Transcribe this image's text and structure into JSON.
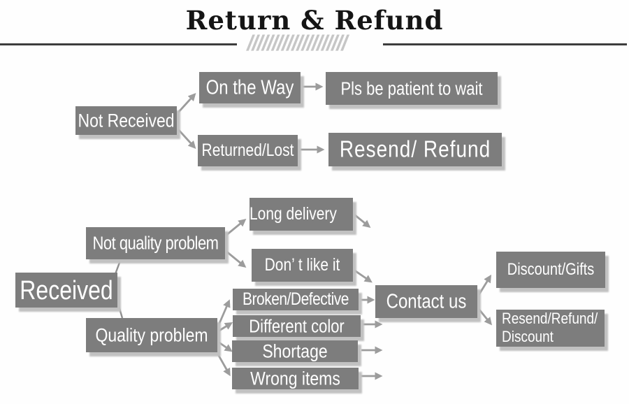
{
  "title": "Return & Refund",
  "decor": {
    "hatch": "////////////////////"
  },
  "colors": {
    "box": "#7d7d7d",
    "box_text": "#ffffff",
    "shadow": "#c1c1c1",
    "arrow": "#9c9c9c",
    "title": "#151515",
    "rule": "#3d3d3d",
    "hatch": "#c6c6c6"
  },
  "nodes": {
    "not_received": {
      "label": "Not Received"
    },
    "on_the_way": {
      "label": "On the Way"
    },
    "pls_patient": {
      "label": "Pls be patient to wait"
    },
    "returned_lost": {
      "label": "Returned/Lost"
    },
    "resend_refund": {
      "label": "Resend/ Refund"
    },
    "received": {
      "label": "Received"
    },
    "not_quality": {
      "label": "Not quality problem"
    },
    "quality": {
      "label": "Quality problem"
    },
    "long_delivery": {
      "label": "Long delivery"
    },
    "dont_like": {
      "label": "Don’ t like it"
    },
    "broken": {
      "label": "Broken/Defective"
    },
    "different_color": {
      "label": "Different color"
    },
    "shortage": {
      "label": "Shortage"
    },
    "wrong_items": {
      "label": "Wrong items"
    },
    "contact_us": {
      "label": "Contact us"
    },
    "discount_gifts": {
      "label": "Discount/Gifts"
    },
    "resend_refund_discount": {
      "line1": "Resend/Refund/",
      "line2": "Discount"
    }
  }
}
